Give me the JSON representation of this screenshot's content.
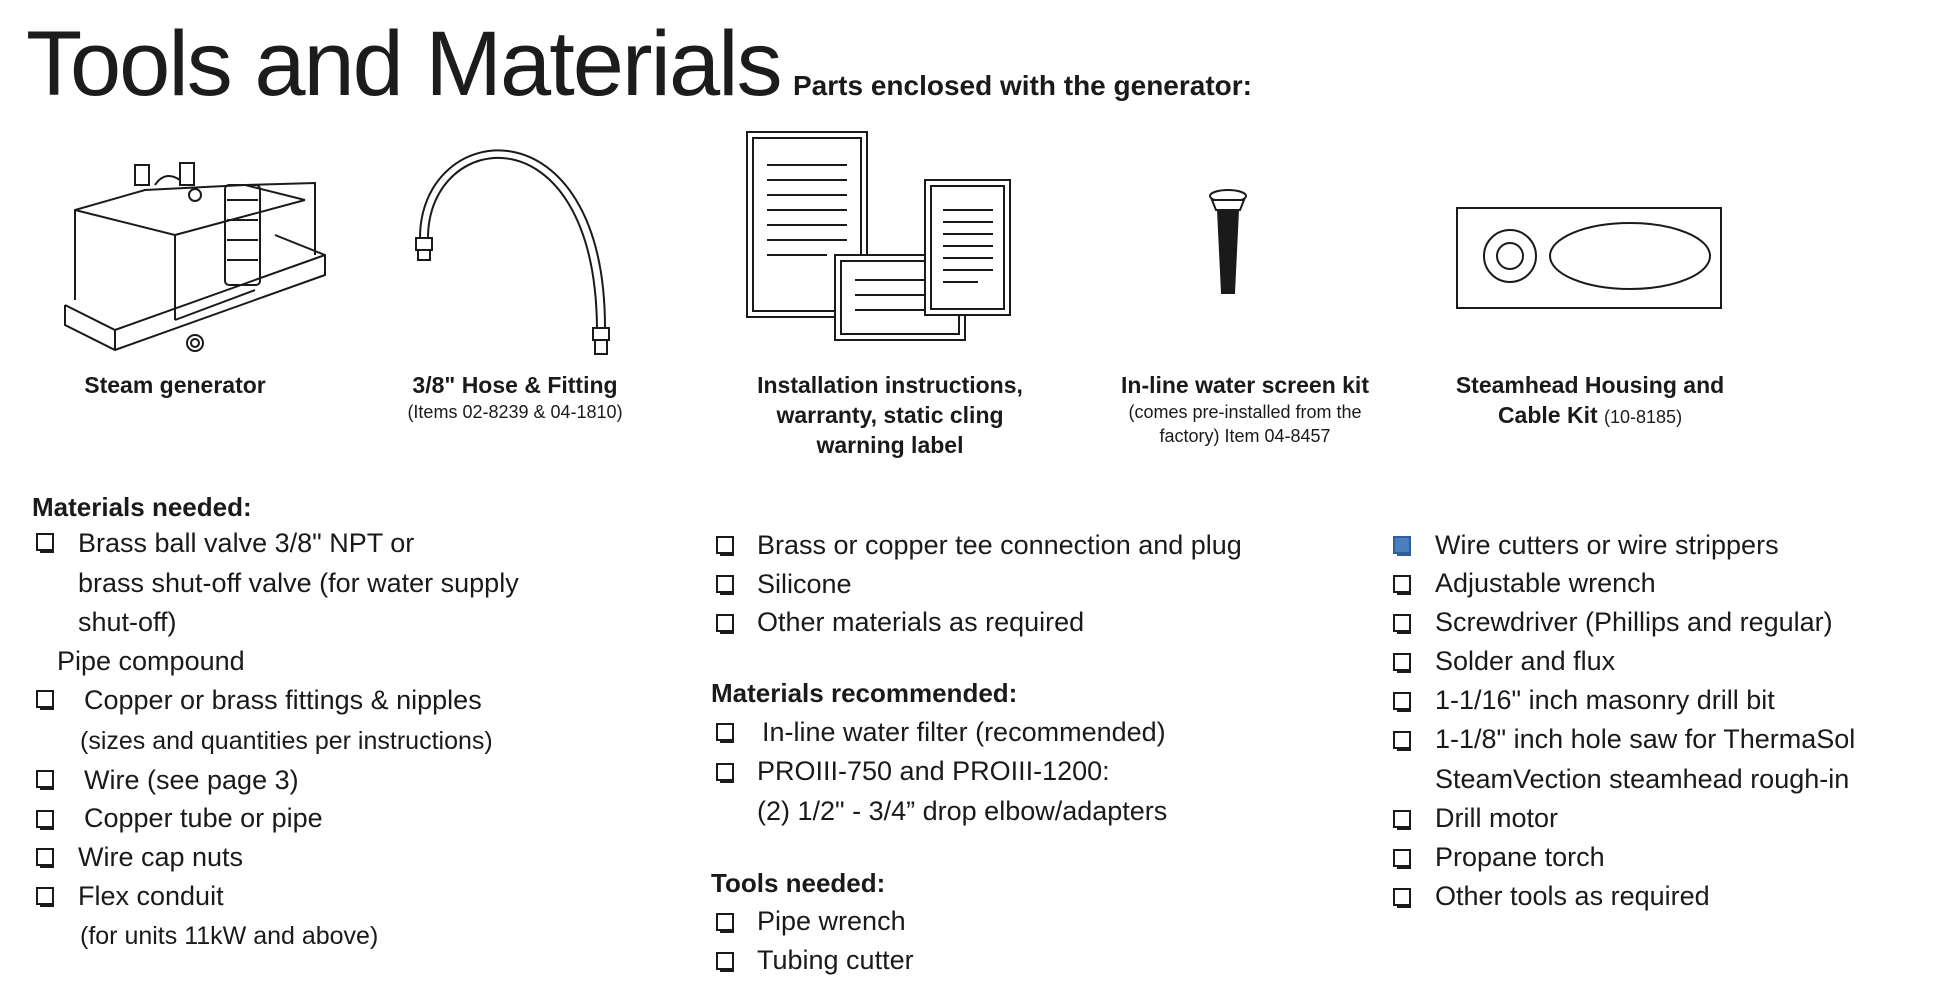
{
  "title": "Tools and Materials",
  "parts_heading": "Parts enclosed with the generator:",
  "parts": [
    {
      "label": "Steam generator",
      "sub": "",
      "icon": "steam-generator-icon"
    },
    {
      "label": "3/8\" Hose & Fitting",
      "sub": "(Items 02-8239 & 04-1810)",
      "icon": "hose-icon"
    },
    {
      "label": "Installation instructions, warranty, static cling warning label",
      "sub": "",
      "icon": "documents-icon"
    },
    {
      "label": "In-line water screen kit",
      "sub": "(comes pre-installed from the factory) Item 04-8457",
      "icon": "water-screen-icon"
    },
    {
      "label": "Steamhead Housing and Cable Kit",
      "sub": "(10-8185)",
      "icon": "steamhead-housing-icon"
    }
  ],
  "parts_caption_lines": {
    "installation": [
      "Installation instructions,",
      "warranty, static cling",
      "warning label"
    ],
    "screen_sub": [
      "(comes pre-installed from the",
      "factory) Item 04-8457"
    ],
    "steamhead": [
      "Steamhead Housing and",
      "Cable Kit"
    ]
  },
  "materials_needed": {
    "heading": "Materials needed:",
    "items": [
      {
        "text": "Brass ball valve 3/8\" NPT or",
        "checkbox": true
      },
      {
        "text": "brass shut-off valve (for water supply",
        "checkbox": false
      },
      {
        "text": "shut-off)",
        "checkbox": false
      },
      {
        "text": "Pipe compound",
        "checkbox": false
      },
      {
        "text": "Copper or brass fittings & nipples",
        "checkbox": true
      },
      {
        "text": "(sizes and quantities per instructions)",
        "checkbox": false
      },
      {
        "text": "Wire (see page 3)",
        "checkbox": true
      },
      {
        "text": "Copper tube or pipe",
        "checkbox": true
      },
      {
        "text": "Wire cap nuts",
        "checkbox": true
      },
      {
        "text": "Flex conduit",
        "checkbox": true
      },
      {
        "text": "(for units 11kW and above)",
        "checkbox": false
      }
    ]
  },
  "materials_col2": {
    "items": [
      {
        "text": "Brass or copper tee connection and plug",
        "checkbox": true
      },
      {
        "text": "Silicone",
        "checkbox": true
      },
      {
        "text": "Other materials as required",
        "checkbox": true
      }
    ]
  },
  "materials_recommended": {
    "heading": "Materials recommended:",
    "items": [
      {
        "text": "In-line water filter (recommended)",
        "checkbox": true
      },
      {
        "text": "PROIII-750 and PROIII-1200:",
        "checkbox": true
      },
      {
        "text": "(2) 1/2\" - 3/4” drop elbow/adapters",
        "checkbox": false
      }
    ]
  },
  "tools_needed": {
    "heading": "Tools needed:",
    "items_col2": [
      {
        "text": "Pipe wrench",
        "checkbox": true
      },
      {
        "text": "Tubing cutter",
        "checkbox": true
      }
    ],
    "items_col3": [
      {
        "text": "Wire cutters or wire strippers",
        "checkbox": true,
        "highlighted": true
      },
      {
        "text": "Adjustable wrench",
        "checkbox": true
      },
      {
        "text": "Screwdriver (Phillips and regular)",
        "checkbox": true
      },
      {
        "text": "Solder and flux",
        "checkbox": true
      },
      {
        "text": "1-1/16\" inch masonry drill bit",
        "checkbox": true
      },
      {
        "text": "1-1/8\" inch hole saw for ThermaSol",
        "checkbox": true
      },
      {
        "text": "SteamVection steamhead rough-in",
        "checkbox": false
      },
      {
        "text": "Drill motor",
        "checkbox": true
      },
      {
        "text": "Propane torch",
        "checkbox": true
      },
      {
        "text": "Other tools as required",
        "checkbox": true
      }
    ]
  },
  "colors": {
    "text": "#1a1a1a",
    "checkbox_highlight": "#4a7fc0"
  }
}
